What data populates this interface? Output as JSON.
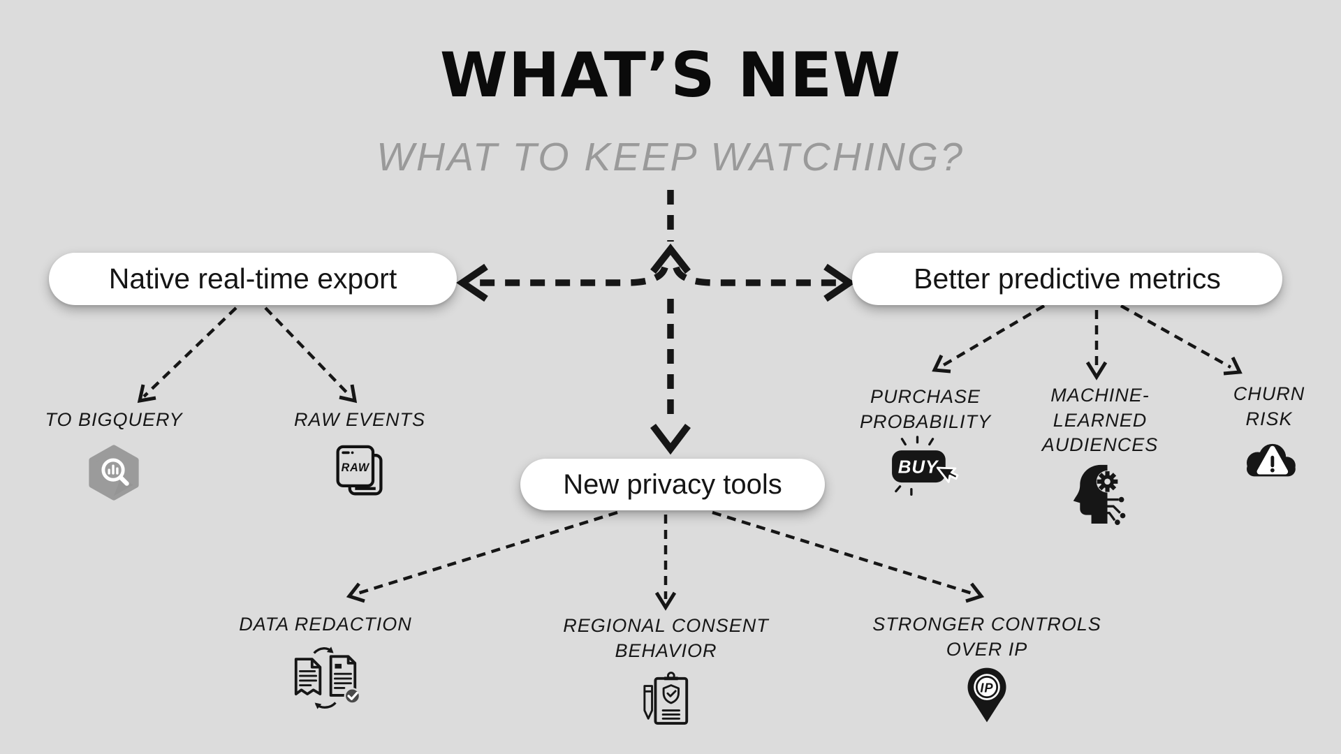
{
  "theme": {
    "background": "#dcdcdc",
    "arrow_color": "#161616",
    "subtitle_color": "#9a9a9a",
    "pill_background": "#ffffff",
    "bigquery_gray": "#9b9b9b"
  },
  "header": {
    "title": "WHAT’S NEW",
    "subtitle": "WHAT TO KEEP WATCHING?"
  },
  "branches": [
    {
      "label": "Native real-time export",
      "children": [
        {
          "label": "TO BIGQUERY",
          "icon": "bigquery-icon"
        },
        {
          "label": "RAW EVENTS",
          "icon": "raw-events-icon"
        }
      ]
    },
    {
      "label": "Better predictive metrics",
      "children": [
        {
          "label": "PURCHASE PROBABILITY",
          "icon": "buy-click-icon"
        },
        {
          "label": "MACHINE-LEARNED AUDIENCES",
          "icon": "machine-learning-head-icon"
        },
        {
          "label": "CHURN RISK",
          "icon": "churn-cloud-warning-icon"
        }
      ]
    },
    {
      "label": "New privacy tools",
      "children": [
        {
          "label": "DATA REDACTION",
          "icon": "data-redaction-docs-icon"
        },
        {
          "label": "REGIONAL CONSENT BEHAVIOR",
          "icon": "consent-clipboard-icon"
        },
        {
          "label": "STRONGER CONTROLS OVER IP",
          "icon": "ip-pin-icon"
        }
      ]
    }
  ],
  "icon_text": {
    "raw": "RAW",
    "buy": "BUY",
    "ip": "IP"
  }
}
